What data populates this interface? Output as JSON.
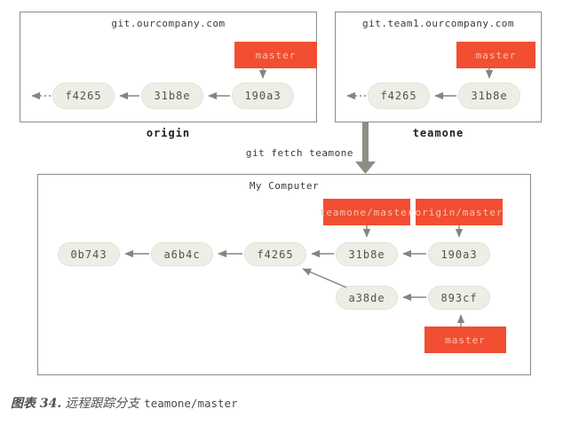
{
  "colors": {
    "branch_red": "#F14E32",
    "branch_text": "#F8C2B0",
    "commit_fill": "#EEEEE6",
    "commit_text": "#53534B",
    "frame_border": "#8C8C8C",
    "arrow_gray": "#85857D",
    "fetch_arrow_gray": "#8E8E86"
  },
  "remote_origin": {
    "title": "git.ourcompany.com",
    "label": "origin",
    "branch": "master",
    "commits": [
      "f4265",
      "31b8e",
      "190a3"
    ]
  },
  "remote_teamone": {
    "title": "git.team1.ourcompany.com",
    "label": "teamone",
    "branch": "master",
    "commits": [
      "f4265",
      "31b8e"
    ]
  },
  "fetch_command": "git fetch teamone",
  "local": {
    "title": "My Computer",
    "main_commits": [
      "0b743",
      "a6b4c",
      "f4265",
      "31b8e",
      "190a3"
    ],
    "branch_commits": [
      "a38de",
      "893cf"
    ],
    "remote_refs": [
      "teamone/master",
      "origin/master"
    ],
    "branch": "master"
  },
  "caption": {
    "figure": "图表 34.",
    "text": "远程跟踪分支",
    "code": "teamone/master"
  }
}
